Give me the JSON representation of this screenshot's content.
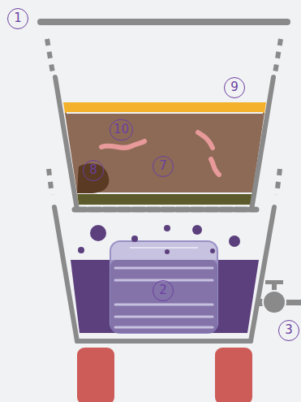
{
  "diagram": {
    "labels": [
      "1",
      "9",
      "10",
      "8",
      "7",
      "2",
      "3"
    ]
  }
}
